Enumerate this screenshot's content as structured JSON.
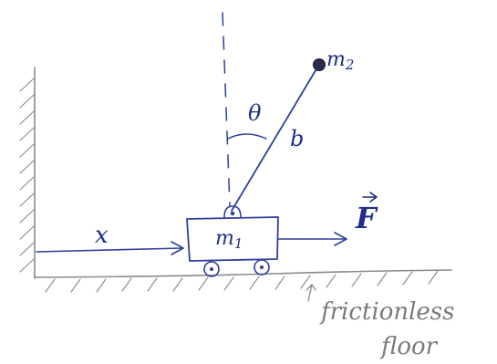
{
  "diagram": {
    "labels": {
      "mass2": "m",
      "mass2_sub": "2",
      "theta": "θ",
      "length": "b",
      "mass1": "m",
      "mass1_sub": "1",
      "displacement": "x",
      "force": "F",
      "floor_line1": "frictionless",
      "floor_line2": "floor"
    },
    "colors": {
      "ink": "#2f3f9a",
      "pencil": "#8a8a8a",
      "background": "#ffffff"
    }
  }
}
